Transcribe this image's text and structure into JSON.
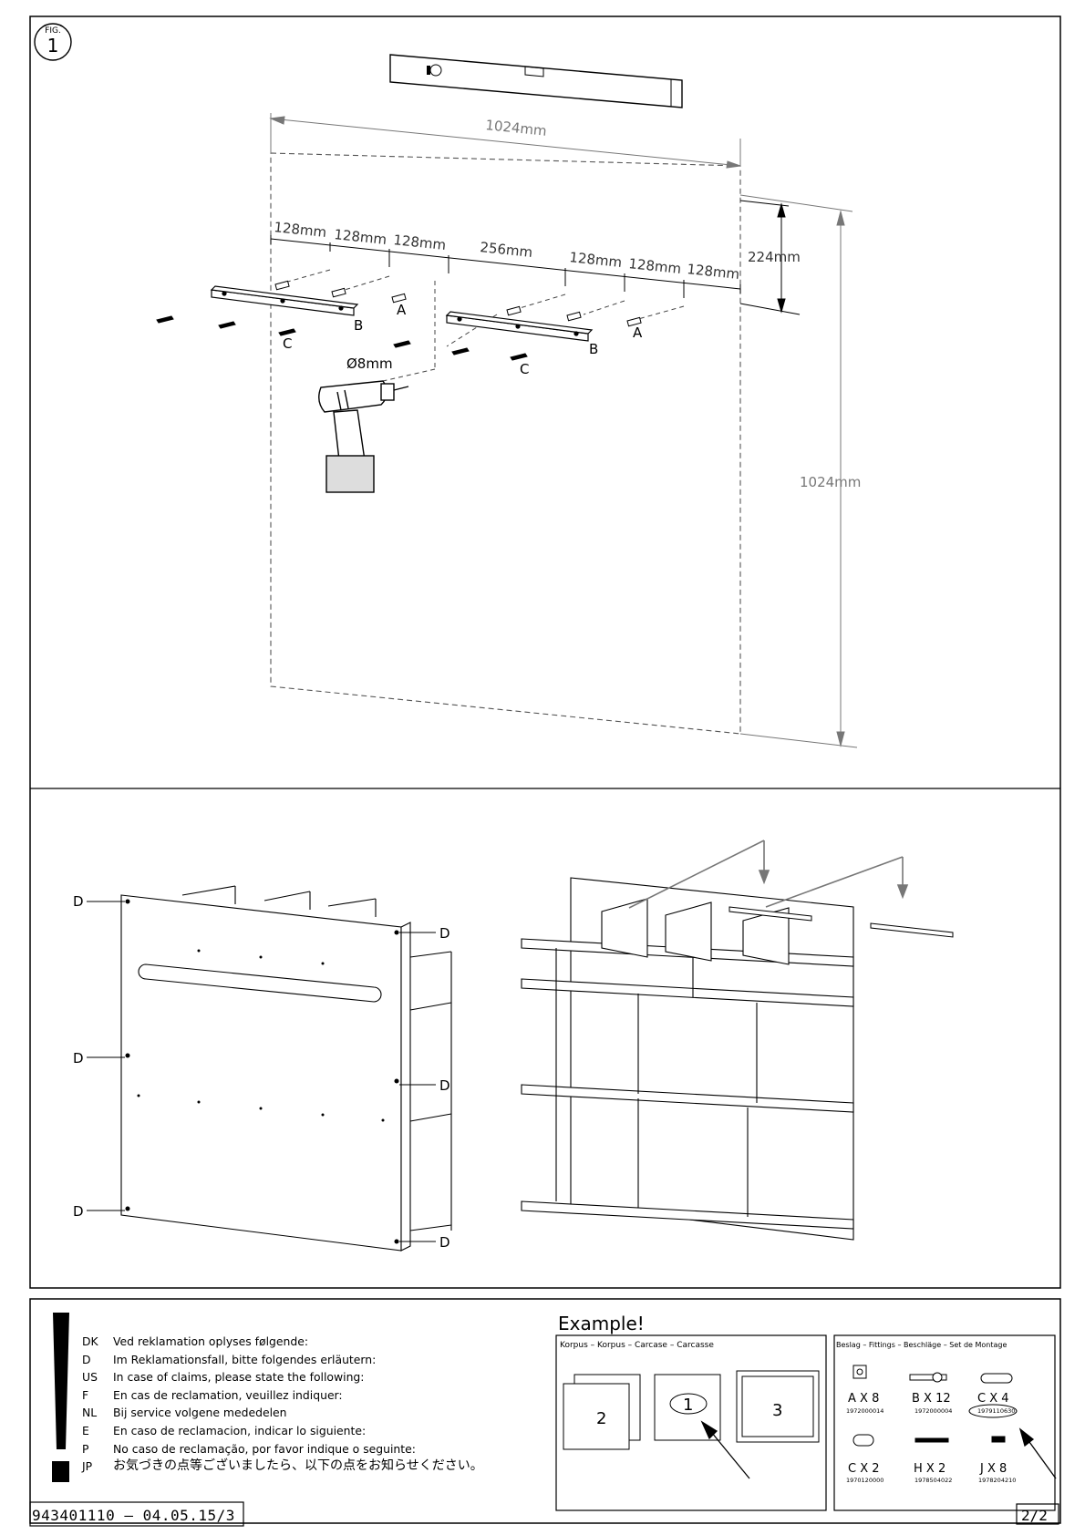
{
  "figure": {
    "fig_label": "FIG.",
    "fig_number": "1"
  },
  "top_panel": {
    "dims": {
      "width_top": "1024mm",
      "height_right": "1024mm",
      "top_offset": "224mm",
      "left_spacing": [
        "128mm",
        "128mm",
        "128mm"
      ],
      "center_spacing": "256mm",
      "right_spacing": [
        "128mm",
        "128mm",
        "128mm"
      ]
    },
    "parts": {
      "a": "A",
      "b": "B",
      "c": "C"
    },
    "drill": "Ø8mm"
  },
  "bottom_panel": {
    "marker": "D"
  },
  "claims": {
    "lines": [
      {
        "code": "DK",
        "text": "Ved reklamation oplyses følgende:"
      },
      {
        "code": "D",
        "text": "Im Reklamationsfall, bitte folgendes erläutern:"
      },
      {
        "code": "US",
        "text": "In case of claims, please state the following:"
      },
      {
        "code": "F",
        "text": "En cas de reclamation, veuillez indiquer:"
      },
      {
        "code": "NL",
        "text": "Bij service volgene mededelen"
      },
      {
        "code": "E",
        "text": "En caso de reclamacion, indicar lo siguiente:"
      },
      {
        "code": "P",
        "text": "No caso de reclamação, por favor indique o seguinte:"
      },
      {
        "code": "JP",
        "text": "お気づきの点等ございましたら、以下の点をお知らせください。"
      }
    ]
  },
  "example": {
    "title": "Example!",
    "korpus_header": "Korpus  –  Korpus  –  Carcase  –  Carcasse",
    "boards": [
      "2",
      "1",
      "3"
    ],
    "fittings_header": "Beslag – Fittings – Beschläge – Set de Montage",
    "fittings": [
      {
        "label": "A  X  8",
        "code": "1972000014"
      },
      {
        "label": "B  X  12",
        "code": "1972000004"
      },
      {
        "label": "C  X  4",
        "code": "1979110630"
      },
      {
        "label": "C  X  2",
        "code": "1970120000"
      },
      {
        "label": "H  X  2",
        "code": "1978504022"
      },
      {
        "label": "J  X  8",
        "code": "1978204210"
      }
    ]
  },
  "footer": {
    "doc_id": "943401110  –  04.05.15/3",
    "page": "2/2"
  }
}
